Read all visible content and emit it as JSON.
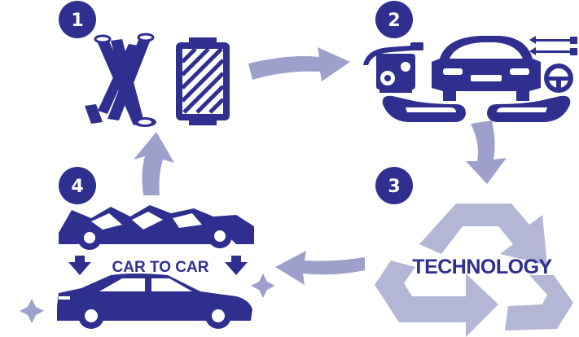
{
  "colors": {
    "navy": "#2e2f8f",
    "light_arrow": "#9ea0cc",
    "recycle": "#b4b6d6",
    "background": "#ffffff"
  },
  "steps": [
    {
      "number": "1",
      "icon": "raw-materials-icon"
    },
    {
      "number": "2",
      "icon": "car-parts-assembly-icon"
    },
    {
      "number": "3",
      "icon": "recycle-icon",
      "label": "TECHNOLOGY"
    },
    {
      "number": "4",
      "icon": "crushed-car-icon",
      "label": "CAR TO CAR"
    }
  ]
}
